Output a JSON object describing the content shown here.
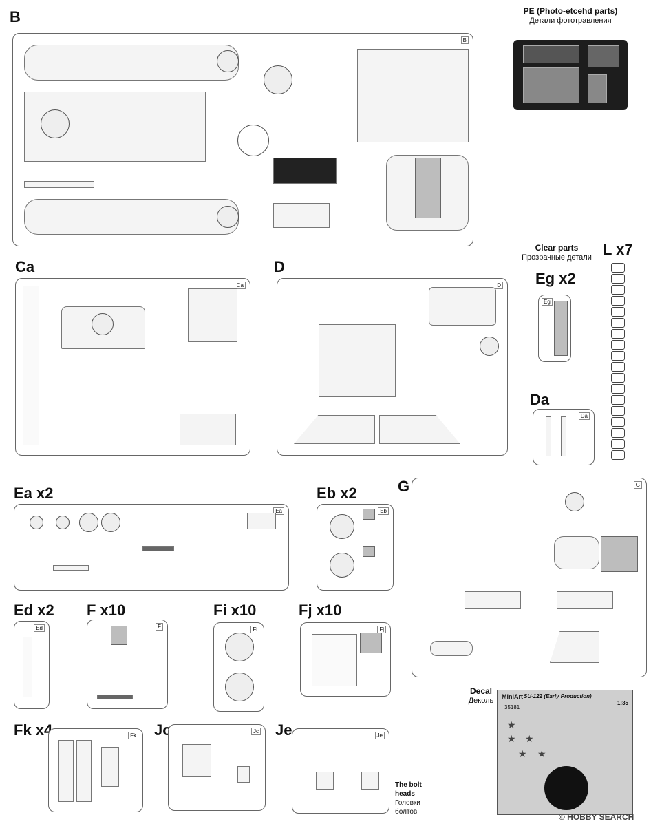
{
  "sprues": {
    "B": "B",
    "Ca": "Ca",
    "D": "D",
    "Eg": "Eg x2",
    "L": "L x7",
    "Da": "Da",
    "Ea": "Ea x2",
    "Eb": "Eb x2",
    "G": "G",
    "Ed": "Ed x2",
    "F": "F x10",
    "Fi": "Fi x10",
    "Fj": "Fj x10",
    "Fk": "Fk x4",
    "Jc": "Jc",
    "Je": "Je"
  },
  "pe": {
    "title": "PE (Photo-etcehd parts)",
    "subtitle": "Детали фототравления"
  },
  "clear": {
    "title": "Clear parts",
    "subtitle": "Прозрачные детали"
  },
  "decal": {
    "title": "Decal",
    "subtitle": "Деколь",
    "sheet_title": "SU-122 (Early Production)",
    "brand": "MiniArt",
    "code": "35181",
    "scale": "1:35"
  },
  "bolt": {
    "title": "The bolt heads",
    "subtitle": "Головки болтов"
  },
  "watermark": "© HOBBY SEARCH",
  "sprue_tags": {
    "B": "B",
    "Ca": "Ca",
    "D": "D",
    "Eg": "Eg",
    "Da": "Da",
    "Ea": "Ea",
    "Eb": "Eb",
    "G": "G",
    "Ed": "Ed",
    "F": "F",
    "Fi": "Fi",
    "Fj": "Fj",
    "Fk": "Fk",
    "Jc": "Jc",
    "Je": "Je"
  }
}
